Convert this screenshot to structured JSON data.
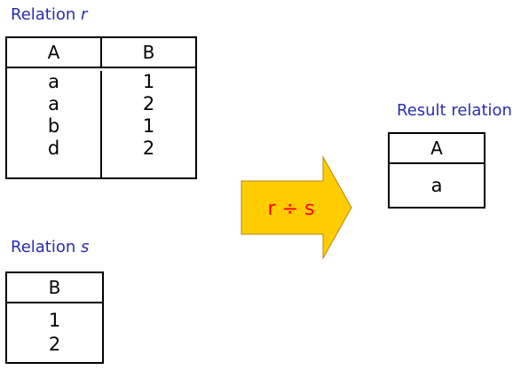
{
  "relation_r": {
    "caption_text": "Relation",
    "caption_var": "r",
    "columns": [
      "A",
      "B"
    ],
    "rows": [
      [
        "a",
        "1"
      ],
      [
        "a",
        "2"
      ],
      [
        "b",
        "1"
      ],
      [
        "d",
        "2"
      ]
    ]
  },
  "relation_s": {
    "caption_text": "Relation",
    "caption_var": "s",
    "columns": [
      "B"
    ],
    "rows": [
      [
        "1"
      ],
      [
        "2"
      ]
    ]
  },
  "arrow": {
    "label": "r ÷ s",
    "fill": "#ffcc00",
    "text_color": "#ff0000"
  },
  "result": {
    "caption": "Result relation",
    "columns": [
      "A"
    ],
    "rows": [
      [
        "a"
      ]
    ]
  },
  "colors": {
    "caption": "#2b2bb3"
  }
}
